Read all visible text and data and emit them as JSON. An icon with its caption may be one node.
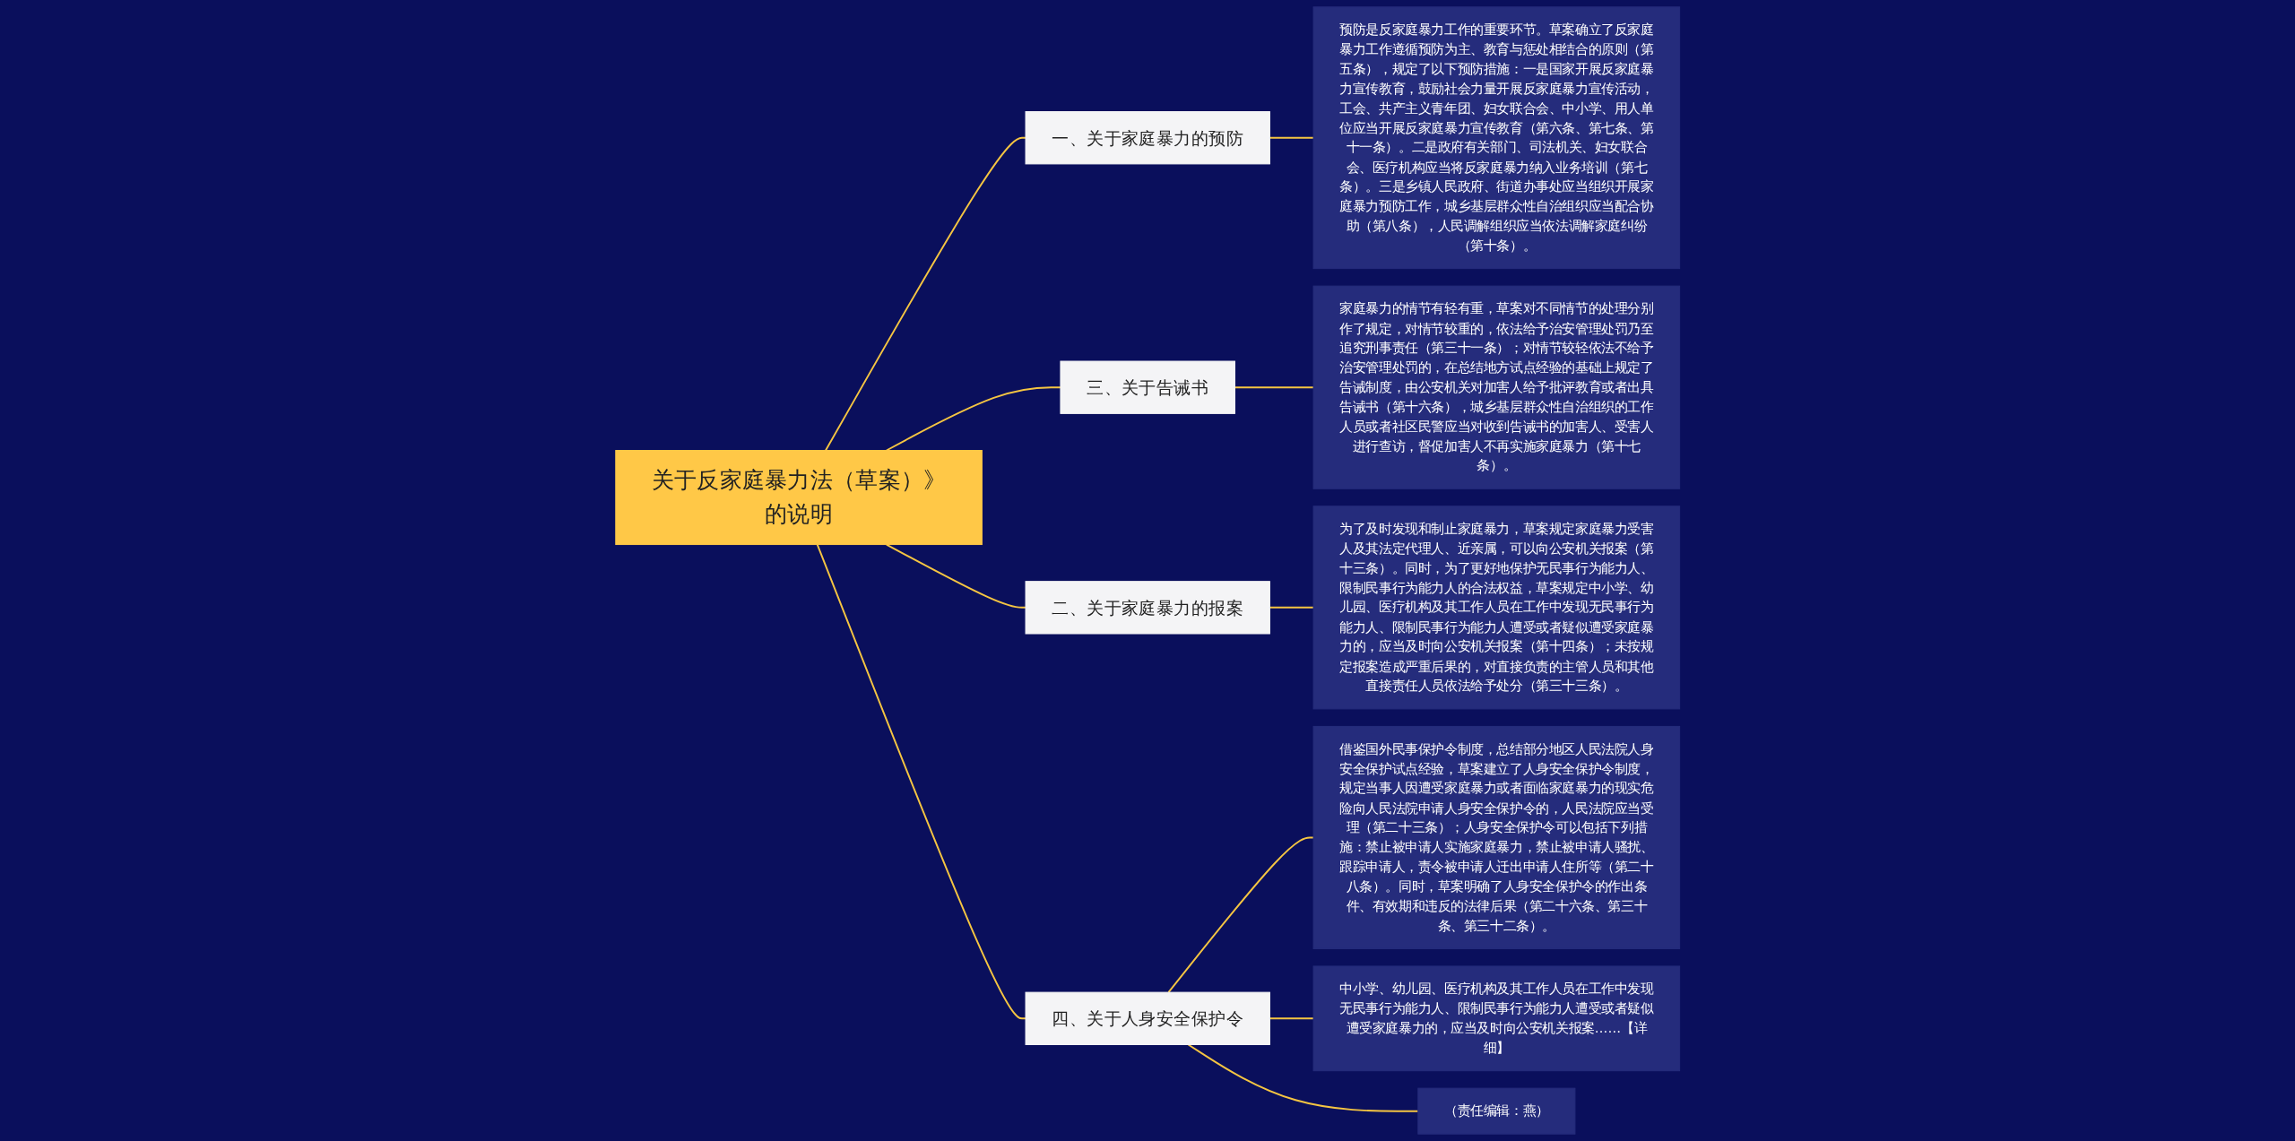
{
  "diagram": {
    "nodes": [
      {
        "text": [
          "关于反家庭暴力法（草案）》的说明"
        ]
      },
      {
        "text": [
          "一、关于家庭暴力的预防"
        ]
      },
      {
        "text": [
          "预防是反家庭暴力工作的重要环节。草案确立了反家庭暴力工作遵循预防为主、教育与惩处相结合的原则（第五条），规定了以下预防措施：一是国家开展反家庭暴力宣传教育，鼓励社会力量开展反家庭暴力宣传活动，工会、共产主义青年团、妇女联合会、中小学、用人单位应当开展反家庭暴力宣传教育（第六条、第七条、第十一条）。二是政府有关部门、司法机关、妇女联合会、医疗机构应当将反家庭暴力纳入业务培训（第七条）。三是乡镇人民政府、街道办事处应当组织开展家庭暴力预防工作，城乡基层群众性自治组织应当配合协助（第八条），人民调解组织应当依法调解家庭纠纷（第十条）。"
        ]
      },
      {
        "text": [
          "三、关于告诫书"
        ]
      },
      {
        "text": [
          "家庭暴力的情节有轻有重，草案对不同情节的处理分别作了规定，对情节较重的，依法给予治安管理处罚乃至追究刑事责任（第三十一条）；对情节较轻依法不给予治安管理处罚的，在总结地方试点经验的基础上规定了告诫制度，由公安机关对加害人给予批评教育或者出具告诫书（第十六条），城乡基层群众性自治组织的工作人员或者社区民警应当对收到告诫书的加害人、受害人进行查访，督促加害人不再实施家庭暴力（第十七条）。"
        ]
      },
      {
        "text": [
          "二、关于家庭暴力的报案"
        ]
      },
      {
        "text": [
          "为了及时发现和制止家庭暴力，草案规定家庭暴力受害人及其法定代理人、近亲属，可以向公安机关报案（第十三条）。同时，为了更好地保护无民事行为能力人、限制民事行为能力人的合法权益，草案规定中小学、幼儿园、医疗机构及其工作人员在工作中发现无民事行为能力人、限制民事行为能力人遭受或者疑似遭受家庭暴力的，应当及时向公安机关报案（第十四条）；未按规定报案造成严重后果的，对直接负责的主管人员和其他直接责任人员依法给予处分（第三十三条）。"
        ]
      },
      {
        "text": [
          "四、关于人身安全保护令"
        ]
      },
      {
        "text": [
          "借鉴国外民事保护令制度，总结部分地区人民法院人身安全保护试点经验，草案建立了人身安全保护令制度，规定当事人因遭受家庭暴力或者面临家庭暴力的现实危险向人民法院申请人身安全保护令的，人民法院应当受理（第二十三条）；人身安全保护令可以包括下列措施：禁止被申请人实施家庭暴力，禁止被申请人骚扰、跟踪申请人，责令被申请人迁出申请人住所等（第二十八条）。同时，草案明确了人身安全保护令的作出条件、有效期和违反的法律后果（第二十六条、第三十条、第三十二条）。"
        ]
      },
      {
        "text": [
          "中小学、幼儿园、医疗机构及其工作人员在工作中发现无民事行为能力人、限制民事行为能力人遭受或者疑似遭受家庭暴力的，应当及时向公安机关报案……【详细】"
        ]
      },
      {
        "text": [
          "（责任编辑：燕）"
        ]
      }
    ],
    "edges": [
      {
        "from": 0,
        "to": 1,
        "arrow": "none"
      },
      {
        "from": 1,
        "to": 2,
        "arrow": "none"
      },
      {
        "from": 0,
        "to": 3,
        "arrow": "none"
      },
      {
        "from": 3,
        "to": 4,
        "arrow": "none"
      },
      {
        "from": 0,
        "to": 5,
        "arrow": "none"
      },
      {
        "from": 5,
        "to": 6,
        "arrow": "none"
      },
      {
        "from": 0,
        "to": 7,
        "arrow": "none"
      },
      {
        "from": 7,
        "to": 8,
        "arrow": "none"
      },
      {
        "from": 7,
        "to": 9,
        "arrow": "none"
      },
      {
        "from": 7,
        "to": 10,
        "arrow": "none"
      }
    ]
  }
}
